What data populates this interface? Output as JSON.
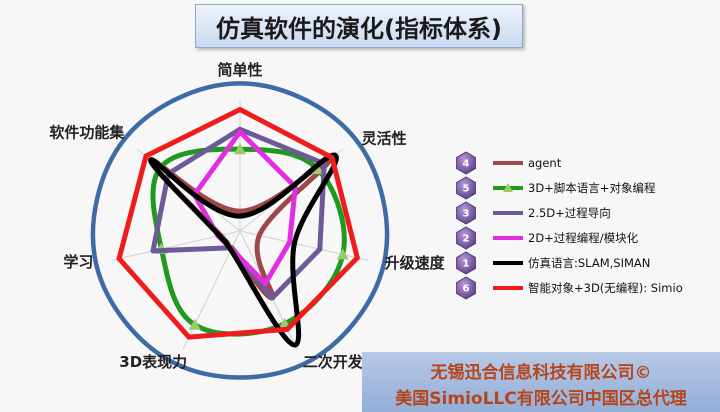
{
  "title": "仿真软件的演化(指标体系)",
  "chart_data": {
    "type": "radar",
    "axes": [
      "简单性",
      "灵活性",
      "升级速度",
      "二次开发扩展",
      "3D表现力",
      "学习",
      "软件功能集"
    ],
    "ylim": [
      0,
      10
    ],
    "series": [
      {
        "badge": "4",
        "name": "agent",
        "color": "#a0474a",
        "values": [
          1.6,
          9.2,
          1.6,
          6.0,
          1.6,
          1.6,
          9.2
        ]
      },
      {
        "badge": "5",
        "name": "3D+脚本语言+对象编程",
        "color": "#1f9a1f",
        "values": [
          6.6,
          8.0,
          8.5,
          8.3,
          8.4,
          6.5,
          8.2
        ]
      },
      {
        "badge": "3",
        "name": "2.5D+过程导向",
        "color": "#6e5a96",
        "values": [
          8.2,
          8.7,
          6.6,
          6.0,
          1.5,
          7.2,
          7.4
        ]
      },
      {
        "badge": "2",
        "name": "2D+过程编程/模块化",
        "color": "#e02ee0",
        "values": [
          8.0,
          5.7,
          4.1,
          4.7,
          1.6,
          1.8,
          4.7
        ]
      },
      {
        "badge": "1",
        "name": "仿真语言:SLAM,SIMAN",
        "color": "#000000",
        "values": [
          1.2,
          9.8,
          4.5,
          10.2,
          1.7,
          1.7,
          9.2
        ]
      },
      {
        "badge": "6",
        "name": "智能对象+3D(无编程): Simio",
        "color": "#ee1c1c",
        "values": [
          9.8,
          9.5,
          9.7,
          8.8,
          9.5,
          10.0,
          9.7
        ]
      }
    ]
  },
  "footer": {
    "line1": "无锡迅合信息科技有限公司©",
    "line2": "美国SimioLLC有限公司中国区总代理"
  }
}
